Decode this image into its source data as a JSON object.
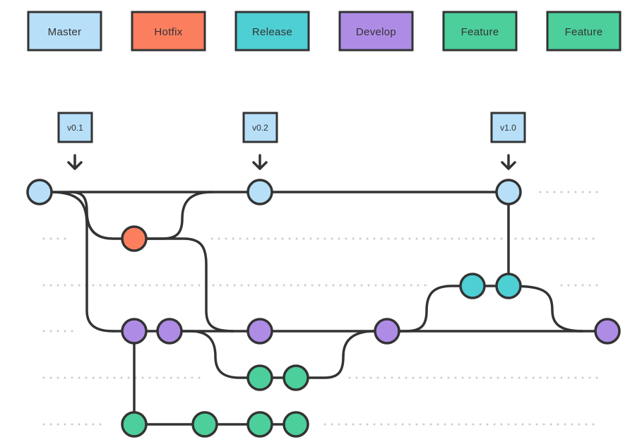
{
  "colors": {
    "master": "#b7dff8",
    "hotfix": "#fb7f5f",
    "release": "#4ecfd4",
    "develop": "#ae8ce6",
    "feature": "#4ccf9a",
    "stroke": "#333333",
    "dots": "#cccccc"
  },
  "legend": [
    {
      "label": "Master",
      "branch": "master"
    },
    {
      "label": "Hotfix",
      "branch": "hotfix"
    },
    {
      "label": "Release",
      "branch": "release"
    },
    {
      "label": "Develop",
      "branch": "develop"
    },
    {
      "label": "Feature",
      "branch": "feature"
    },
    {
      "label": "Feature",
      "branch": "feature"
    }
  ],
  "tags": [
    {
      "label": "v0.1"
    },
    {
      "label": "v0.2"
    },
    {
      "label": "v1.0"
    }
  ],
  "commits": {
    "master": 3,
    "hotfix": 1,
    "release": 2,
    "develop": 5,
    "feature_1": 2,
    "feature_2": 4
  }
}
